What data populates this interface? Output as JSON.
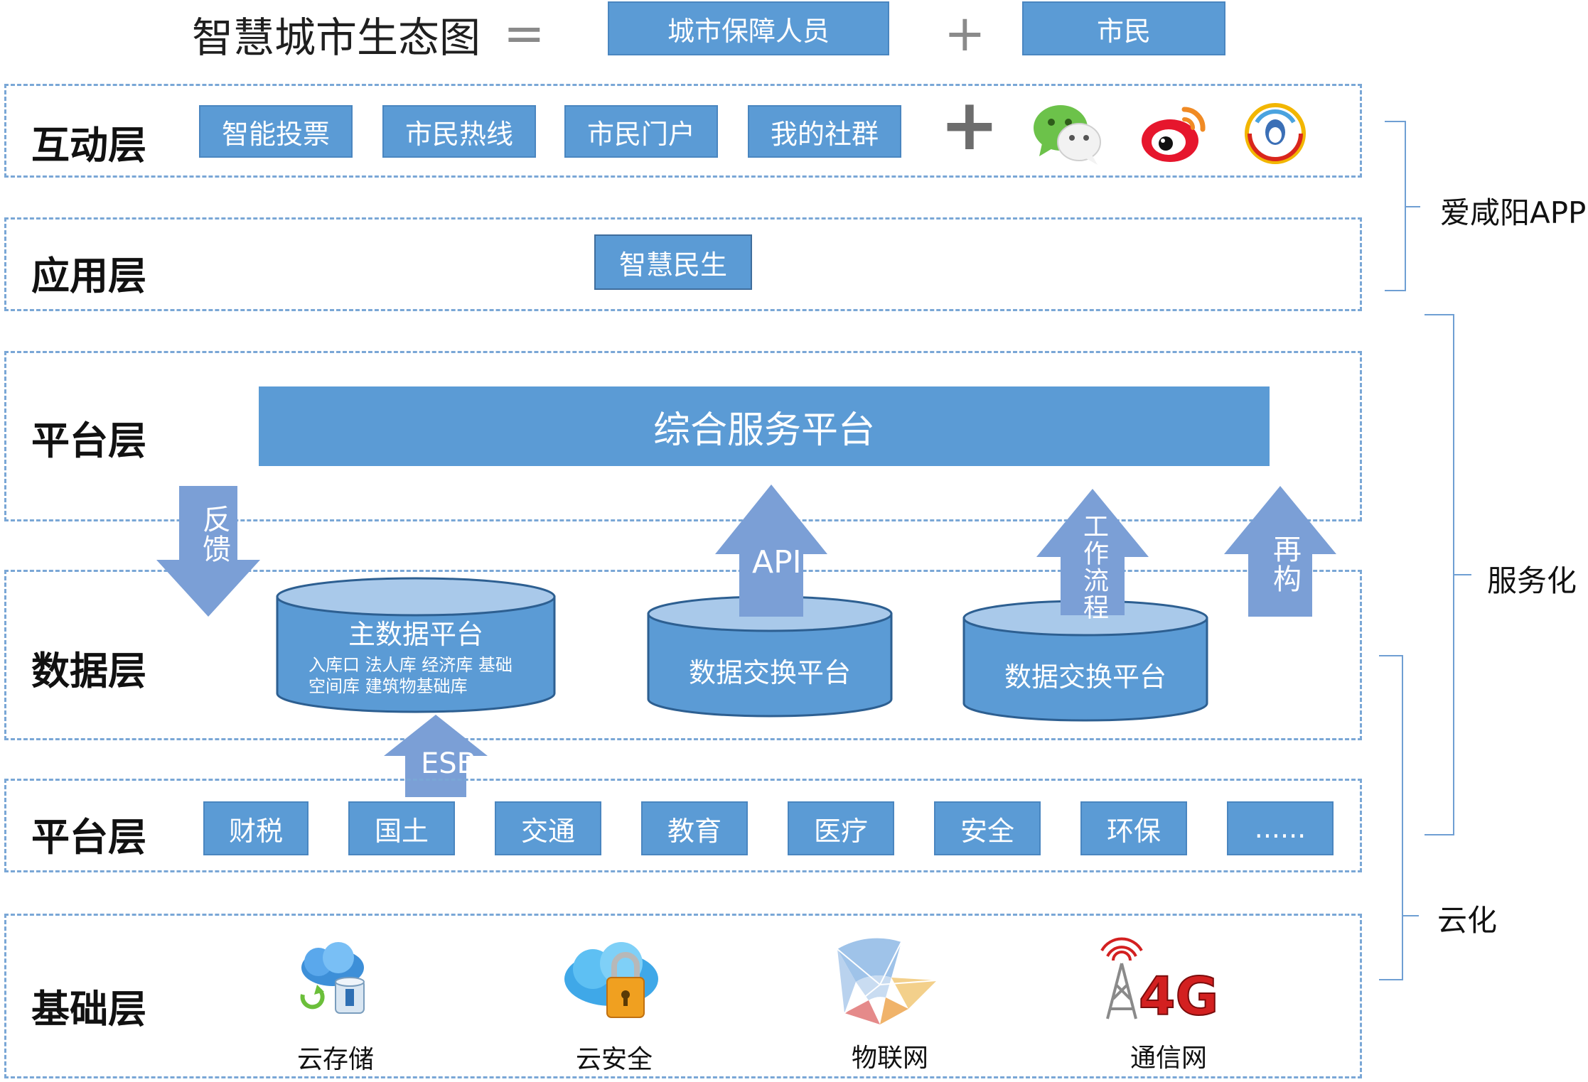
{
  "header": {
    "title": "智慧城市生态图",
    "equals": "=",
    "box1": "城市保障人员",
    "plus": "+",
    "box2": "市民"
  },
  "layers": {
    "interaction": {
      "label": "互动层",
      "items": [
        "智能投票",
        "市民热线",
        "市民门户",
        "我的社群"
      ],
      "plus": "+",
      "icons": [
        "wechat-icon",
        "weibo-icon",
        "tencent-qq-icon"
      ]
    },
    "application": {
      "label": "应用层",
      "items": [
        "智慧民生"
      ]
    },
    "platform": {
      "label": "平台层",
      "main": "综合服务平台"
    },
    "data": {
      "label": "数据层",
      "master": {
        "title": "主数据平台",
        "line1": "入库口  法人库  经济库  基础",
        "line2": "空间库  建筑物基础库"
      },
      "exchange1": "数据交换平台",
      "exchange2": "数据交换平台"
    },
    "platform2": {
      "label": "平台层",
      "items": [
        "财税",
        "国土",
        "交通",
        "教育",
        "医疗",
        "安全",
        "环保",
        "......"
      ]
    },
    "base": {
      "label": "基础层",
      "items": [
        "云存储",
        "云安全",
        "物联网",
        "通信网"
      ]
    }
  },
  "arrows": {
    "feedback": "反馈",
    "api": "API",
    "workflow": "工作流程",
    "restructure": "再构",
    "esb": "ESB"
  },
  "braces": {
    "app": "爱咸阳APP",
    "service": "服务化",
    "cloud": "云化"
  },
  "colors": {
    "accent": "#5b9bd5",
    "arrow": "#7b9fd6",
    "dash": "#7aa7d6"
  }
}
